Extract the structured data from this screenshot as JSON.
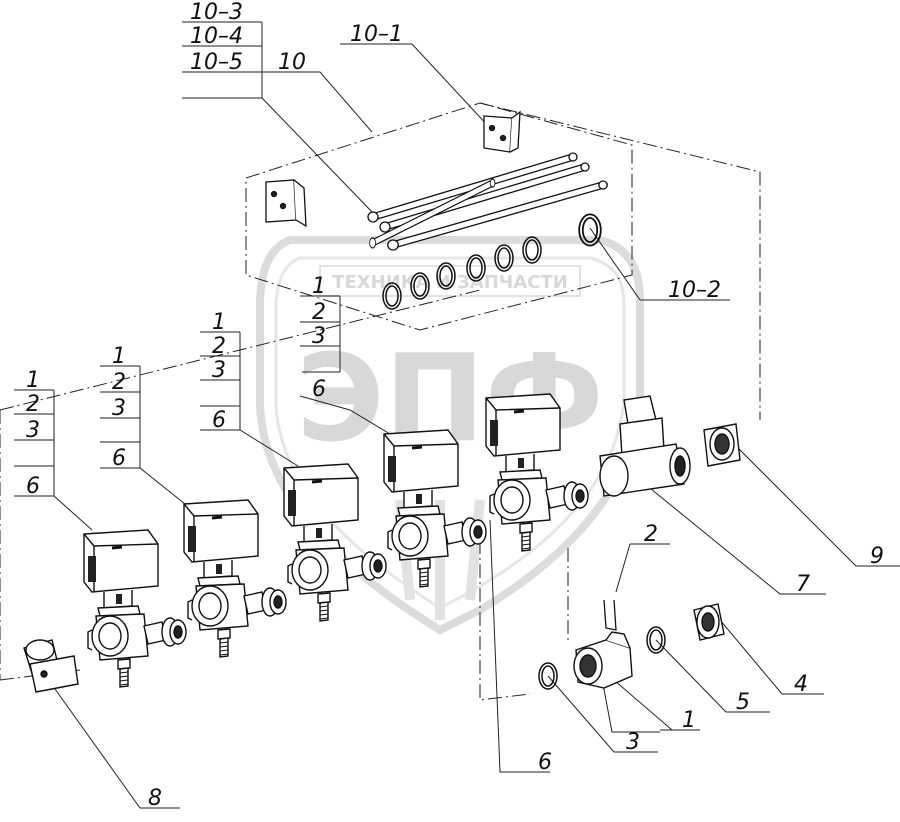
{
  "labels": {
    "l10_3": "10–3",
    "l10_4": "10–4",
    "l10_5": "10–5",
    "l10": "10",
    "l10_1": "10–1",
    "l10_2": "10–2",
    "l1": "1",
    "l2": "2",
    "l3": "3",
    "l4": "4",
    "l5": "5",
    "l6": "6",
    "l7": "7",
    "l8": "8",
    "l9": "9"
  },
  "watermark": {
    "top_text": "ТЕХНИКА И ЗАПЧАСТИ",
    "logo": "ЭПФ"
  }
}
